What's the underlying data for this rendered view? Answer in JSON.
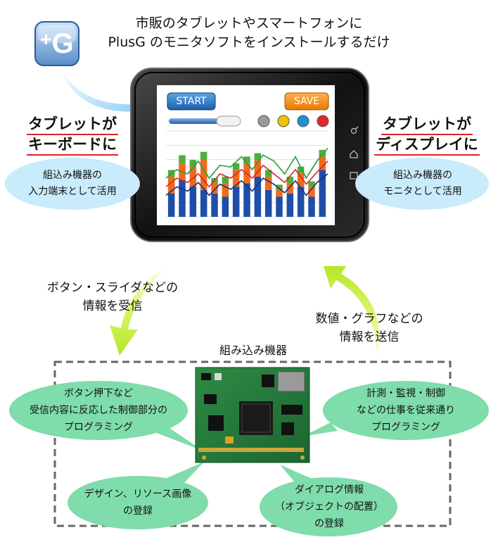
{
  "headline": {
    "line1": "市販のタブレットやスマートフォンに",
    "line2": "PlusG のモニタソフトをインストールするだけ"
  },
  "app_icon": {
    "text": "+G",
    "plus": "+",
    "letter": "G"
  },
  "left_panel": {
    "title_line1": "タブレットが",
    "title_line2": "キーボードに",
    "desc_line1": "組込み機器の",
    "desc_line2": "入力端末として活用"
  },
  "right_panel": {
    "title_line1": "タブレットが",
    "title_line2": "ディスプレイに",
    "desc_line1": "組込み機器の",
    "desc_line2": "モニタとして活用"
  },
  "tablet": {
    "start_label": "START",
    "save_label": "SAVE",
    "indicator_colors": [
      "#9a9a9a",
      "#f2c400",
      "#1f8fd8",
      "#e3262b"
    ],
    "bars": [
      [
        0.35,
        0.25,
        0.1
      ],
      [
        0.55,
        0.25,
        0.12
      ],
      [
        0.45,
        0.3,
        0.1
      ],
      [
        0.4,
        0.45,
        0.12
      ],
      [
        0.35,
        0.15,
        0.08
      ],
      [
        0.3,
        0.2,
        0.1
      ],
      [
        0.45,
        0.25,
        0.1
      ],
      [
        0.5,
        0.3,
        0.1
      ],
      [
        0.6,
        0.25,
        0.1
      ],
      [
        0.4,
        0.2,
        0.1
      ],
      [
        0.3,
        0.1,
        0.08
      ],
      [
        0.35,
        0.15,
        0.1
      ],
      [
        0.45,
        0.2,
        0.1
      ],
      [
        0.3,
        0.15,
        0.08
      ],
      [
        0.7,
        0.2,
        0.1
      ]
    ],
    "bar_colors": [
      "#1f4ea8",
      "#f06a1c",
      "#4caf3a"
    ],
    "line_green": [
      0.55,
      0.45,
      0.5,
      0.35,
      0.55,
      0.4,
      0.42,
      0.3,
      0.45,
      0.28,
      0.35,
      0.5,
      0.3,
      0.55,
      0.35,
      0.2
    ],
    "line_red": [
      0.65,
      0.55,
      0.6,
      0.5,
      0.65,
      0.5,
      0.55,
      0.45,
      0.55,
      0.4,
      0.5,
      0.6,
      0.45,
      0.62,
      0.48,
      0.35
    ],
    "line_navy": [
      0.75,
      0.65,
      0.7,
      0.6,
      0.75,
      0.62,
      0.68,
      0.58,
      0.7,
      0.55,
      0.62,
      0.72,
      0.58,
      0.75,
      0.6,
      0.5
    ]
  },
  "arrow_left_text": {
    "line1": "ボタン・スライダなどの",
    "line2": "情報を受信"
  },
  "arrow_right_text": {
    "line1": "数値・グラフなどの",
    "line2": "情報を送信"
  },
  "device_section": {
    "label": "組み込み機器",
    "bubble_left": {
      "line1": "ボタン押下など",
      "line2": "受信内容に反応した制御部分の",
      "line3": "プログラミング"
    },
    "bubble_right": {
      "line1": "計測・監視・制御",
      "line2": "などの仕事を従来通り",
      "line3": "プログラミング"
    },
    "bubble_bottom_left": {
      "line1": "デザイン、リソース画像",
      "line2": "の登録"
    },
    "bubble_bottom_right": {
      "line1": "ダイアログ情報",
      "line2": "（オブジェクトの配置）",
      "line3": "の登録"
    }
  },
  "colors": {
    "light_blue_bubble": "#c9ebfb",
    "green_bubble": "#7fdcab",
    "accent_red": "#e0202a",
    "arrow_green": "#c9f04a",
    "arrow_blue": "#8fd0f2"
  }
}
